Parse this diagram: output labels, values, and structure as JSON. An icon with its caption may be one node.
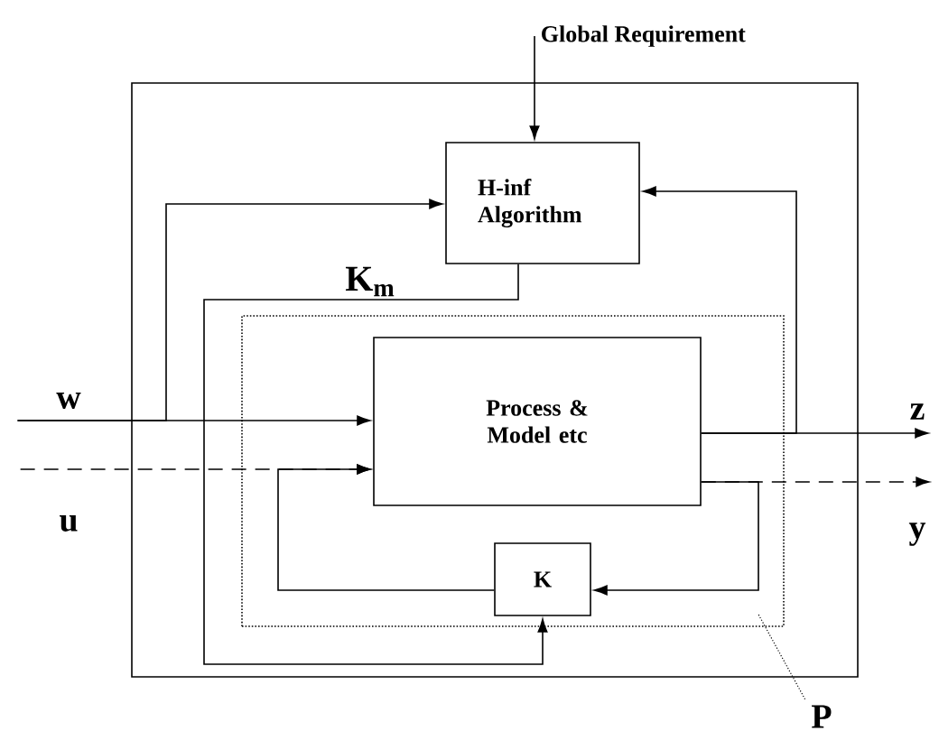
{
  "diagram": {
    "nodes": [
      {
        "text": [
          "Global Requirement"
        ]
      },
      {
        "text": [],
        "shape": "box"
      },
      {
        "text": [
          "H-inf Algorithm"
        ],
        "in": 1
      },
      {
        "text": [],
        "shape": "box",
        "in": 1
      },
      {
        "text": [
          "Process & Model etc"
        ],
        "in": 3
      },
      {
        "text": [
          "K"
        ],
        "in": 3
      },
      {
        "text": [
          "P"
        ]
      },
      {
        "text": [
          "w"
        ]
      },
      {
        "text": [
          "u"
        ]
      },
      {
        "text": [
          "z"
        ]
      },
      {
        "text": [
          "y"
        ]
      }
    ],
    "edges": [
      {
        "from": 0,
        "to": 2,
        "arrow": "to"
      },
      {
        "from": 7,
        "to": 4,
        "arrow": "to"
      },
      {
        "from": 7,
        "to": 2,
        "arrow": "to"
      },
      {
        "from": 8,
        "to": 4,
        "arrow": "to",
        "style": "dashed"
      },
      {
        "from": 5,
        "to": 4,
        "arrow": "to"
      },
      {
        "from": 4,
        "to": 9,
        "arrow": "to"
      },
      {
        "from": 4,
        "to": 2,
        "arrow": "to"
      },
      {
        "from": 4,
        "to": 10,
        "arrow": "to",
        "style": "dashed"
      },
      {
        "from": 4,
        "to": 5,
        "arrow": "to"
      },
      {
        "from": 2,
        "to": 5,
        "label": "K$_{m}$",
        "arrow": "to"
      },
      {
        "from": 6,
        "to": 3,
        "arrow": "none",
        "style": "dashed"
      }
    ]
  }
}
